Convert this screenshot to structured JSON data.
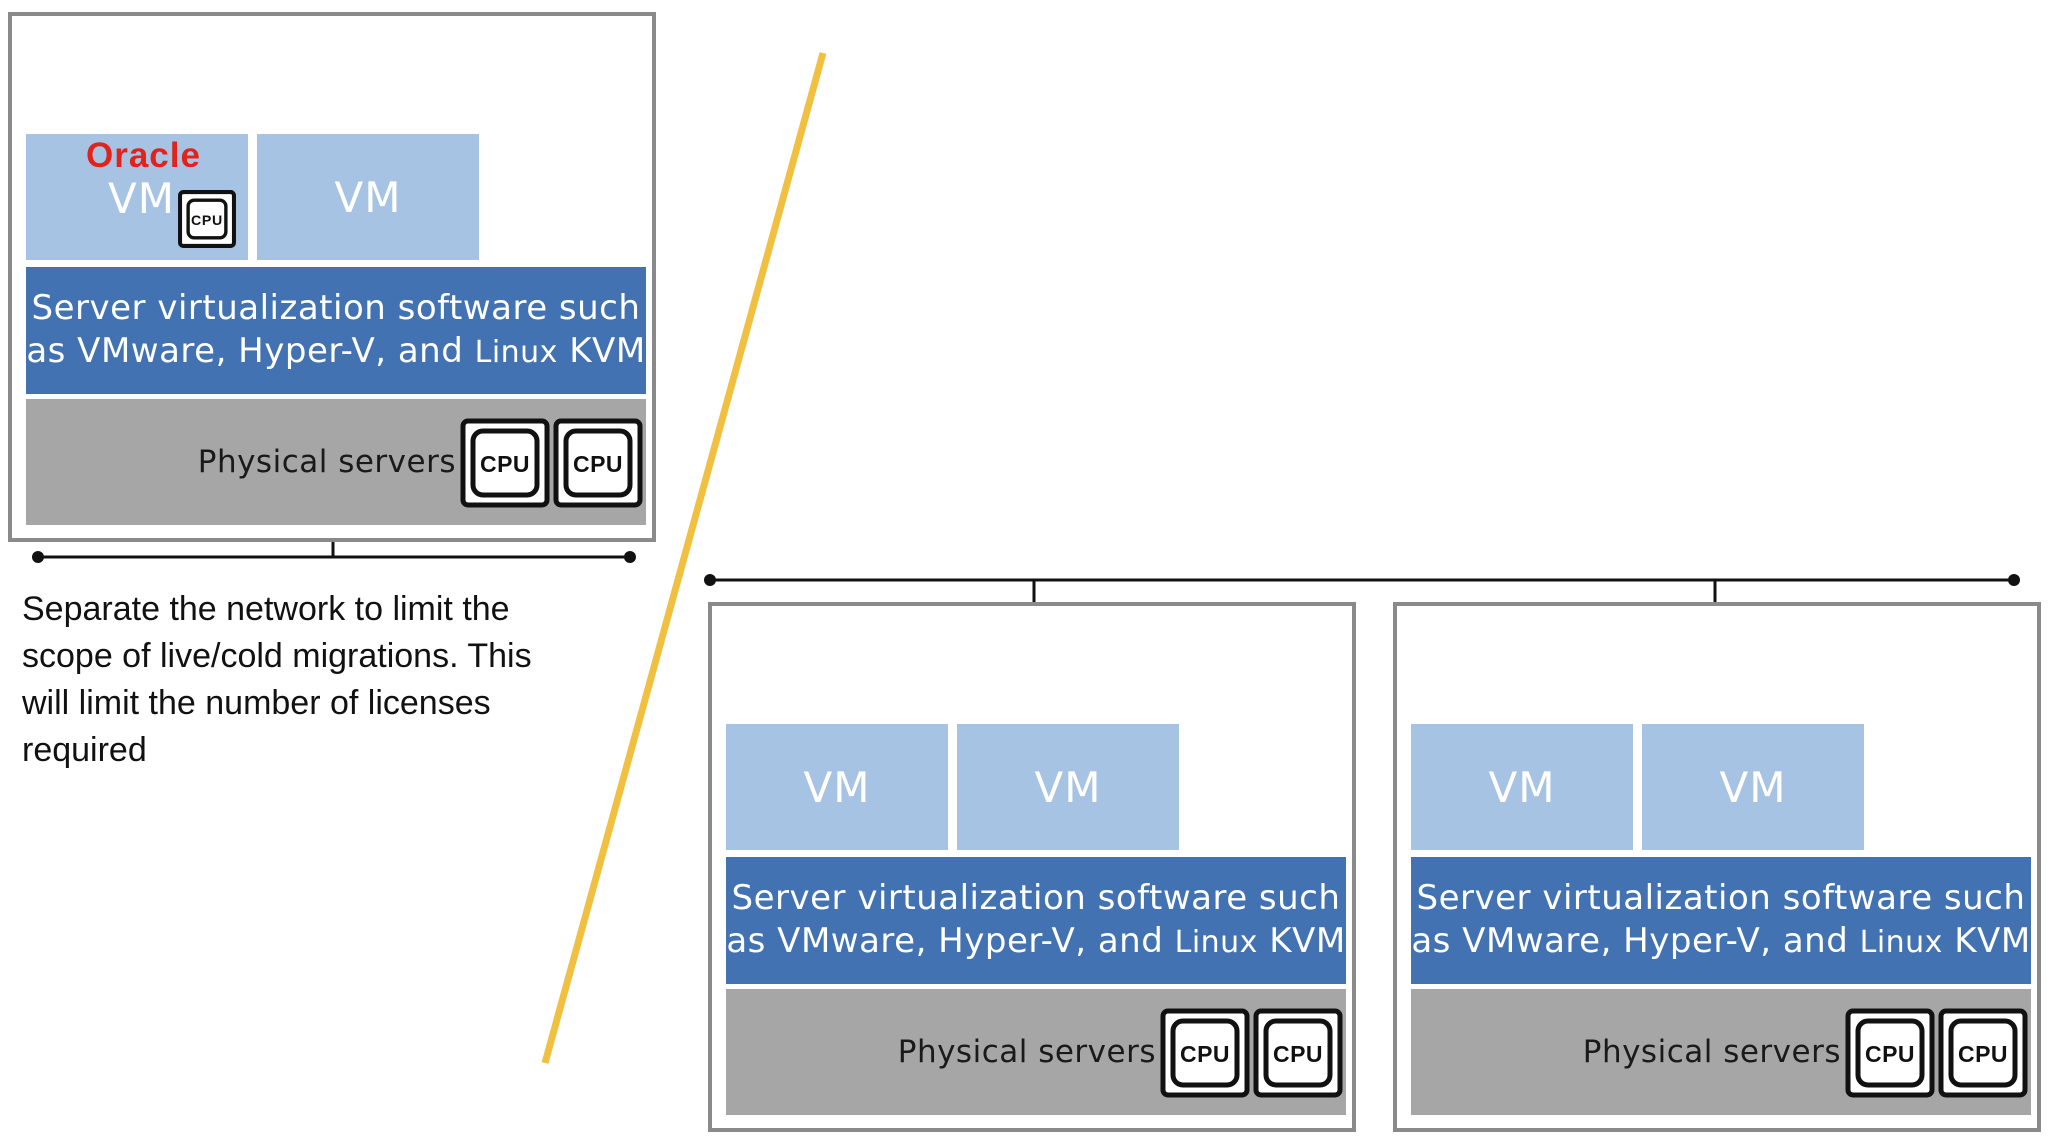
{
  "servers": [
    {
      "oracle_label": "Oracle",
      "vms": [
        "VM",
        "VM"
      ],
      "virtualization_line1": "Server virtualization software such",
      "virtualization_line2_main": "as VMware, Hyper-V, and ",
      "virtualization_line2_small": "Linux",
      "virtualization_line2_end": " KVM",
      "physical_label": "Physical servers",
      "cpu_labels": [
        "CPU",
        "CPU"
      ],
      "vm_cpu_label": "CPU"
    },
    {
      "vms": [
        "VM",
        "VM"
      ],
      "virtualization_line1": "Server virtualization software such",
      "virtualization_line2_main": "as VMware, Hyper-V, and ",
      "virtualization_line2_small": "Linux",
      "virtualization_line2_end": " KVM",
      "physical_label": "Physical servers",
      "cpu_labels": [
        "CPU",
        "CPU"
      ]
    },
    {
      "vms": [
        "VM",
        "VM"
      ],
      "virtualization_line1": "Server virtualization software such",
      "virtualization_line2_main": "as VMware, Hyper-V, and ",
      "virtualization_line2_small": "Linux",
      "virtualization_line2_end": " KVM",
      "physical_label": "Physical servers",
      "cpu_labels": [
        "CPU",
        "CPU"
      ]
    }
  ],
  "note": {
    "line1": "Separate the network to limit the",
    "line2": "scope of live/cold migrations. This",
    "line3": "will limit the number of licenses",
    "line4": "required"
  },
  "colors": {
    "vm": "#a7c3e4",
    "virtualization": "#4272b2",
    "physical": "#a6a6a6",
    "oracle": "#e0241c",
    "divider": "#f2c040",
    "frame": "#8a8a8a"
  }
}
